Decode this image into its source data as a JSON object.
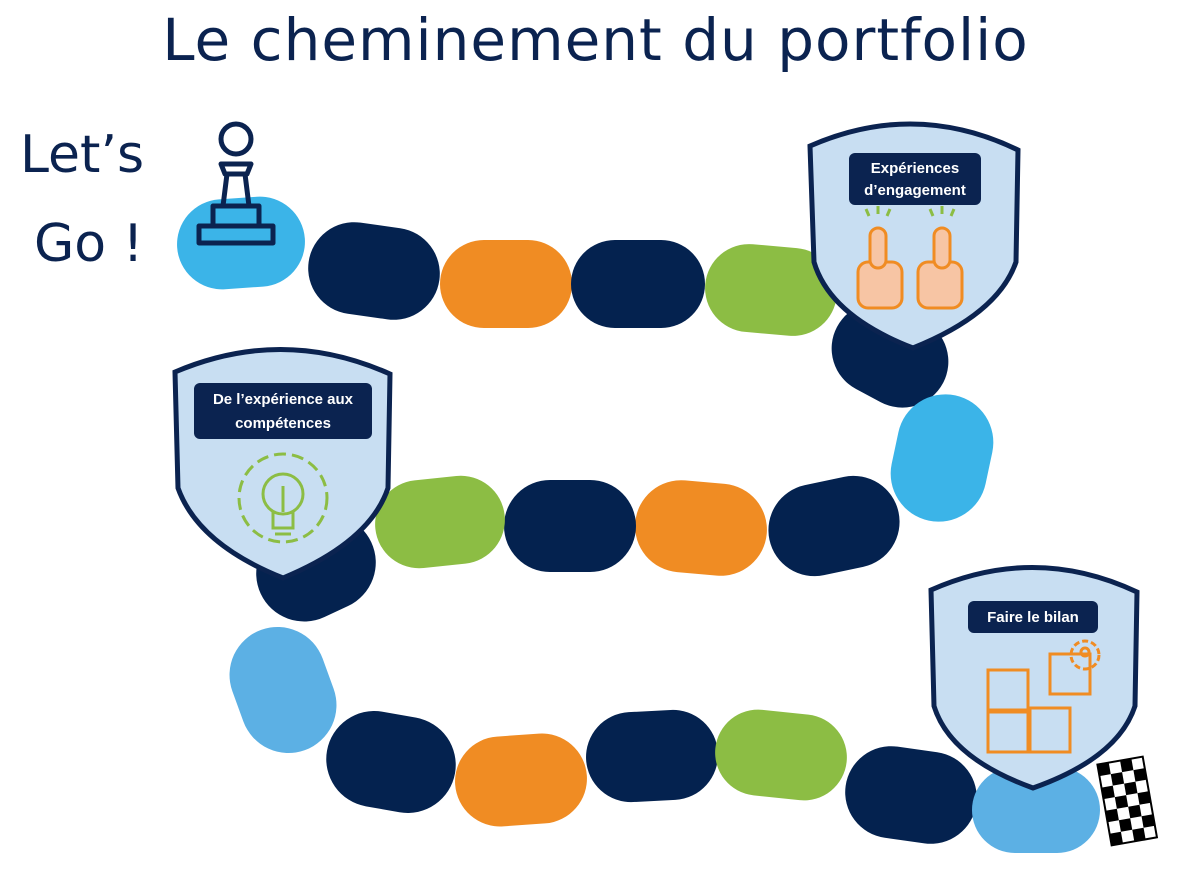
{
  "title": "Le cheminement du portfolio",
  "start_label_line1": "Let’s",
  "start_label_line2": "Go !",
  "colors": {
    "navy": "#04224f",
    "orange": "#f08c23",
    "green": "#8cbd44",
    "light_blue": "#3bb4e8",
    "pale_blue": "#5cb0e4",
    "shield_fill": "#c8def2",
    "shield_border": "#0b2350"
  },
  "stages": [
    {
      "label_lines": [
        "Expériences",
        "d’engagement"
      ],
      "icon": "thumbs-up-icon"
    },
    {
      "label_lines": [
        "De l’expérience aux",
        "compétences"
      ],
      "icon": "lightbulb-gear-icon"
    },
    {
      "label_lines": [
        "Faire le bilan"
      ],
      "icon": "puzzle-pieces-icon"
    }
  ]
}
